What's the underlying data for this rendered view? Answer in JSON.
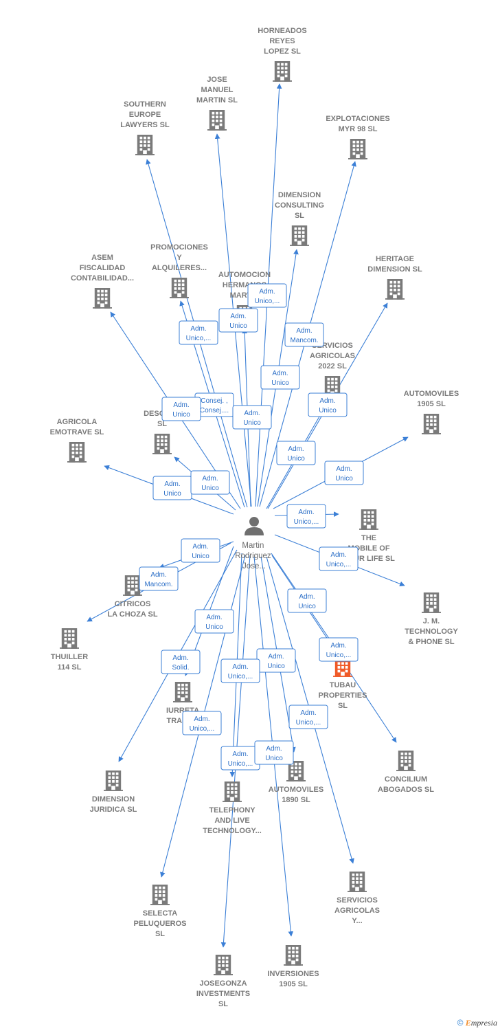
{
  "center": {
    "name_lines": [
      "Martin",
      "Rodriguez",
      "Jose..."
    ]
  },
  "companies": [
    {
      "id": "horneados",
      "lines": [
        "HORNEADOS",
        "REYES",
        "LOPEZ  SL"
      ],
      "role": []
    },
    {
      "id": "jose-manuel",
      "lines": [
        "JOSE",
        "MANUEL",
        "MARTIN  SL"
      ],
      "role": []
    },
    {
      "id": "southern",
      "lines": [
        "SOUTHERN",
        "EUROPE",
        "LAWYERS SL"
      ],
      "role": []
    },
    {
      "id": "explotaciones",
      "lines": [
        "EXPLOTACIONES",
        "MYR 98 SL"
      ],
      "role": []
    },
    {
      "id": "dimension-consulting",
      "lines": [
        "DIMENSION",
        "CONSULTING",
        "SL"
      ],
      "role": []
    },
    {
      "id": "asem",
      "lines": [
        "ASEM",
        "FISCALIDAD",
        "CONTABILIDAD..."
      ],
      "role": []
    },
    {
      "id": "promociones",
      "lines": [
        "PROMOCIONES",
        "Y",
        "ALQUILERES..."
      ],
      "role": []
    },
    {
      "id": "automocion",
      "lines": [
        "AUTOMOCION",
        "HERMANOS",
        "MARTIN"
      ],
      "role": []
    },
    {
      "id": "heritage",
      "lines": [
        "HERITAGE",
        "DIMENSION  SL"
      ],
      "role": []
    },
    {
      "id": "servicios-2022",
      "lines": [
        "SERVICIOS",
        "AGRICOLAS",
        "2022  SL"
      ],
      "role": []
    },
    {
      "id": "automoviles-1905",
      "lines": [
        "AUTOMOVILES",
        "1905  SL"
      ],
      "role": []
    },
    {
      "id": "agricola",
      "lines": [
        "AGRICOLA",
        "EMOTRAVE  SL"
      ],
      "role": []
    },
    {
      "id": "descans",
      "lines": [
        "DESCANS",
        "SL"
      ],
      "role": []
    },
    {
      "id": "the-mobile",
      "lines": [
        "THE",
        "MOBILE OF",
        "YOUR LIFE  SL"
      ],
      "role": []
    },
    {
      "id": "jm-tech",
      "lines": [
        "J.  M.",
        "TECHNOLOGY",
        "& PHONE  SL"
      ],
      "role": []
    },
    {
      "id": "citricos",
      "lines": [
        "CITRICOS",
        "LA CHOZA  SL"
      ],
      "role": []
    },
    {
      "id": "thuiller",
      "lines": [
        "THUILLER",
        "114 SL"
      ],
      "role": []
    },
    {
      "id": "tubau",
      "lines": [
        "TUBAU",
        "PROPERTIES",
        "SL"
      ],
      "role": [],
      "highlight": true
    },
    {
      "id": "iurreta",
      "lines": [
        "IURRETA",
        "TRANS..."
      ],
      "role": []
    },
    {
      "id": "concilium",
      "lines": [
        "CONCILIUM",
        "ABOGADOS  SL"
      ],
      "role": []
    },
    {
      "id": "dimension-juridica",
      "lines": [
        "DIMENSION",
        "JURIDICA SL"
      ],
      "role": []
    },
    {
      "id": "telephony",
      "lines": [
        "TELEPHONY",
        "AND LIVE",
        "TECHNOLOGY..."
      ],
      "role": []
    },
    {
      "id": "automoviles-1890",
      "lines": [
        "AUTOMOVILES",
        "1890  SL"
      ],
      "role": []
    },
    {
      "id": "servicios-y",
      "lines": [
        "SERVICIOS",
        "AGRICOLAS",
        "Y..."
      ],
      "role": []
    },
    {
      "id": "selecta",
      "lines": [
        "SELECTA",
        "PELUQUEROS",
        "SL"
      ],
      "role": []
    },
    {
      "id": "josegonza",
      "lines": [
        "JOSEGONZA",
        "INVESTMENTS",
        "SL"
      ],
      "role": []
    },
    {
      "id": "inversiones",
      "lines": [
        "INVERSIONES",
        "1905  SL"
      ],
      "role": []
    }
  ],
  "roles": [
    {
      "id": "r1",
      "lines": [
        "Adm.",
        "Unico,..."
      ]
    },
    {
      "id": "r2",
      "lines": [
        "Adm.",
        "Unico"
      ]
    },
    {
      "id": "r3",
      "lines": [
        "Adm.",
        "Unico,..."
      ]
    },
    {
      "id": "r4",
      "lines": [
        "Adm.",
        "Mancom."
      ]
    },
    {
      "id": "r5",
      "lines": [
        "Adm.",
        "Unico"
      ]
    },
    {
      "id": "r6",
      "lines": [
        "Adm.",
        "Unico"
      ]
    },
    {
      "id": "r7",
      "lines": [
        "Consej. ,",
        "Consej...."
      ]
    },
    {
      "id": "r8",
      "lines": [
        "Adm.",
        "Unico"
      ]
    },
    {
      "id": "r9",
      "lines": [
        "Adm.",
        "Unico"
      ]
    },
    {
      "id": "r10",
      "lines": [
        "Adm.",
        "Unico"
      ]
    },
    {
      "id": "r11",
      "lines": [
        "Adm.",
        "Unico"
      ]
    },
    {
      "id": "r12",
      "lines": [
        "Adm.",
        "Unico"
      ]
    },
    {
      "id": "r13",
      "lines": [
        "Adm.",
        "Unico"
      ]
    },
    {
      "id": "r14",
      "lines": [
        "Adm.",
        "Unico,..."
      ]
    },
    {
      "id": "r15",
      "lines": [
        "Adm.",
        "Unico,..."
      ]
    },
    {
      "id": "r16",
      "lines": [
        "Adm.",
        "Unico"
      ]
    },
    {
      "id": "r17",
      "lines": [
        "Adm.",
        "Mancom."
      ]
    },
    {
      "id": "r18",
      "lines": [
        "Adm.",
        "Unico"
      ]
    },
    {
      "id": "r19",
      "lines": [
        "Adm.",
        "Unico"
      ]
    },
    {
      "id": "r20",
      "lines": [
        "Adm.",
        "Solid."
      ]
    },
    {
      "id": "r21",
      "lines": [
        "Adm.",
        "Unico"
      ]
    },
    {
      "id": "r22",
      "lines": [
        "Adm.",
        "Unico,..."
      ]
    },
    {
      "id": "r23",
      "lines": [
        "Adm.",
        "Unico,..."
      ]
    },
    {
      "id": "r24",
      "lines": [
        "Adm.",
        "Unico,..."
      ]
    },
    {
      "id": "r25",
      "lines": [
        "Adm.",
        "Unico,..."
      ]
    },
    {
      "id": "r26",
      "lines": [
        "Adm.",
        "Unico"
      ]
    },
    {
      "id": "r27",
      "lines": [
        "Adm.",
        "Unico,..."
      ]
    }
  ],
  "colors": {
    "edge": "#3b7fd6",
    "building": "#7a7a7a",
    "highlight": "#f05a28",
    "person": "#6f6f6f"
  },
  "footer": {
    "copyright": "©",
    "brand_initial": "E",
    "brand_rest": "mpresia"
  }
}
